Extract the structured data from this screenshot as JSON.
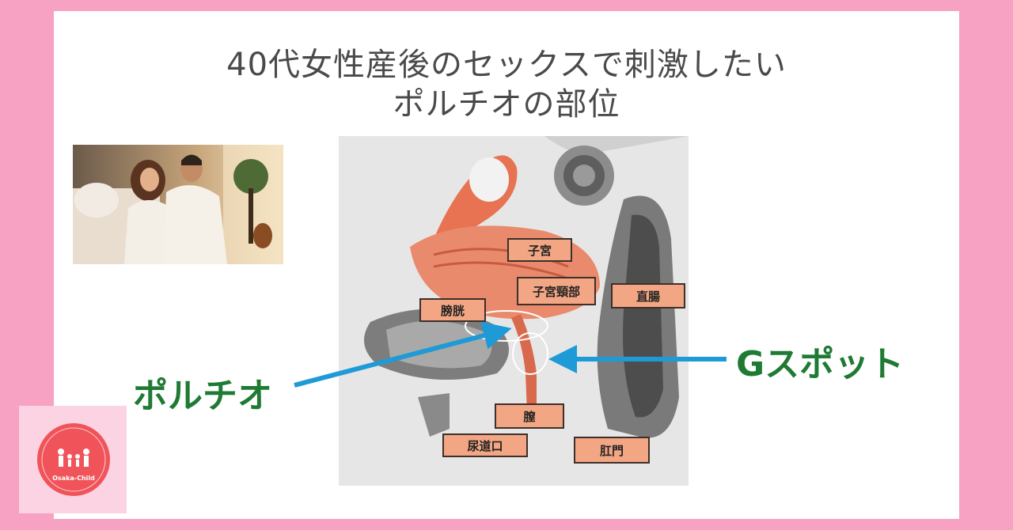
{
  "title": {
    "line1": "40代女性産後のセックスで刺激したい",
    "line2": "ポルチオの部位"
  },
  "labels": {
    "uterus": "子宮",
    "cervix": "子宮頸部",
    "bladder": "膀胱",
    "rectum": "直腸",
    "vagina": "膣",
    "urethra": "尿道口",
    "anus": "肛門"
  },
  "callouts": {
    "portio": "ポルチオ",
    "gspot": "Gスポット"
  },
  "colors": {
    "background": "#f7a1c3",
    "label_fill": "#f2a684",
    "callout_text": "#1f7a33",
    "arrow": "#1e9ad6"
  },
  "logo": {
    "name": "Osaka-Child"
  }
}
